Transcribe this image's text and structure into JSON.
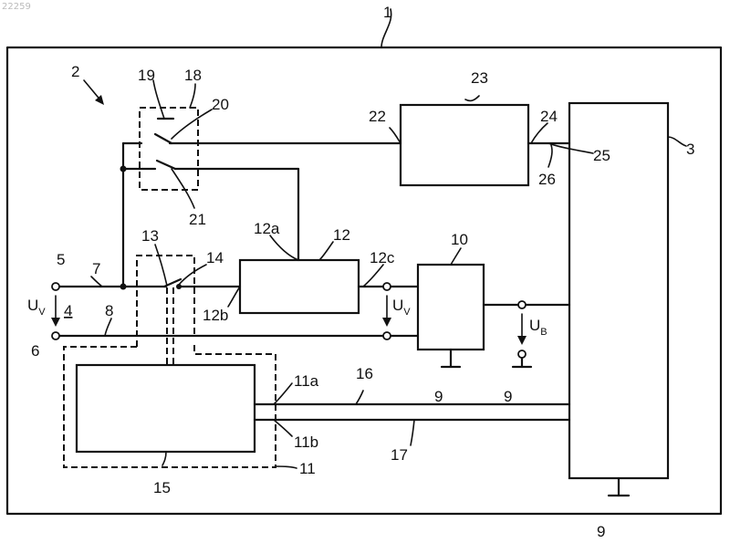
{
  "watermark": "22259",
  "labels": {
    "l1": "1",
    "l2": "2",
    "l3": "3",
    "l4": "4",
    "l5": "5",
    "l6": "6",
    "l7": "7",
    "l8": "8",
    "l9a": "9",
    "l9b": "9",
    "l9c": "9",
    "l10": "10",
    "l11": "11",
    "l11a": "11a",
    "l11b": "11b",
    "l12": "12",
    "l12a": "12a",
    "l12b": "12b",
    "l12c": "12c",
    "l13": "13",
    "l14": "14",
    "l15": "15",
    "l16": "16",
    "l17": "17",
    "l18": "18",
    "l19": "19",
    "l20": "20",
    "l21": "21",
    "l22": "22",
    "l23": "23",
    "l24": "24",
    "l25": "25",
    "l26": "26"
  },
  "voltages": {
    "uv_left": "U",
    "uv_left_sub": "V",
    "uv_right": "U",
    "uv_right_sub": "V",
    "ub": "U",
    "ub_sub": "B"
  }
}
